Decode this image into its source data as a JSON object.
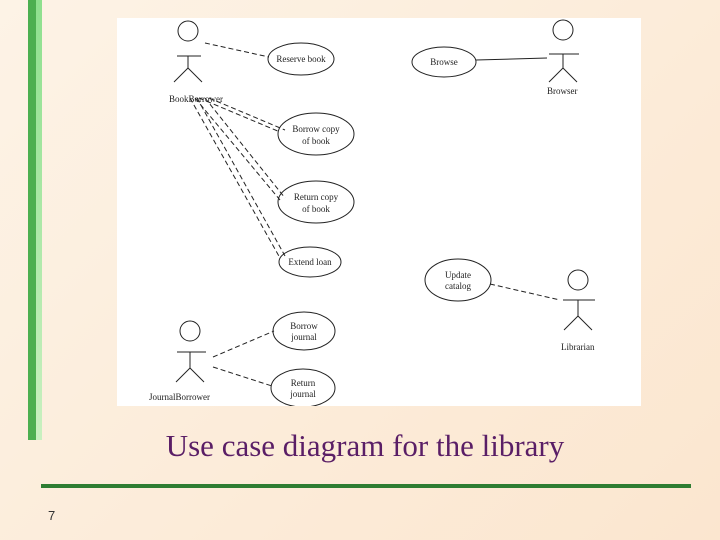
{
  "slide": {
    "caption": "Use case diagram for the library",
    "page_number": "7",
    "colors": {
      "accent_green": "#2e7d32",
      "caption_purple": "#5a1e66"
    }
  },
  "diagram": {
    "actors": {
      "book_borrower": "BookBorrower",
      "journal_borrower": "JournalBorrower",
      "browser": "Browser",
      "librarian": "Librarian"
    },
    "use_cases": {
      "reserve_book": [
        "Reserve book"
      ],
      "borrow_copy": [
        "Borrow copy",
        "of book"
      ],
      "return_copy": [
        "Return copy",
        "of book"
      ],
      "extend_loan": [
        "Extend loan"
      ],
      "borrow_journal": [
        "Borrow",
        "journal"
      ],
      "return_journal": [
        "Return",
        "journal"
      ],
      "browse": [
        "Browse"
      ],
      "update_catalog": [
        "Update",
        "catalog"
      ]
    }
  }
}
